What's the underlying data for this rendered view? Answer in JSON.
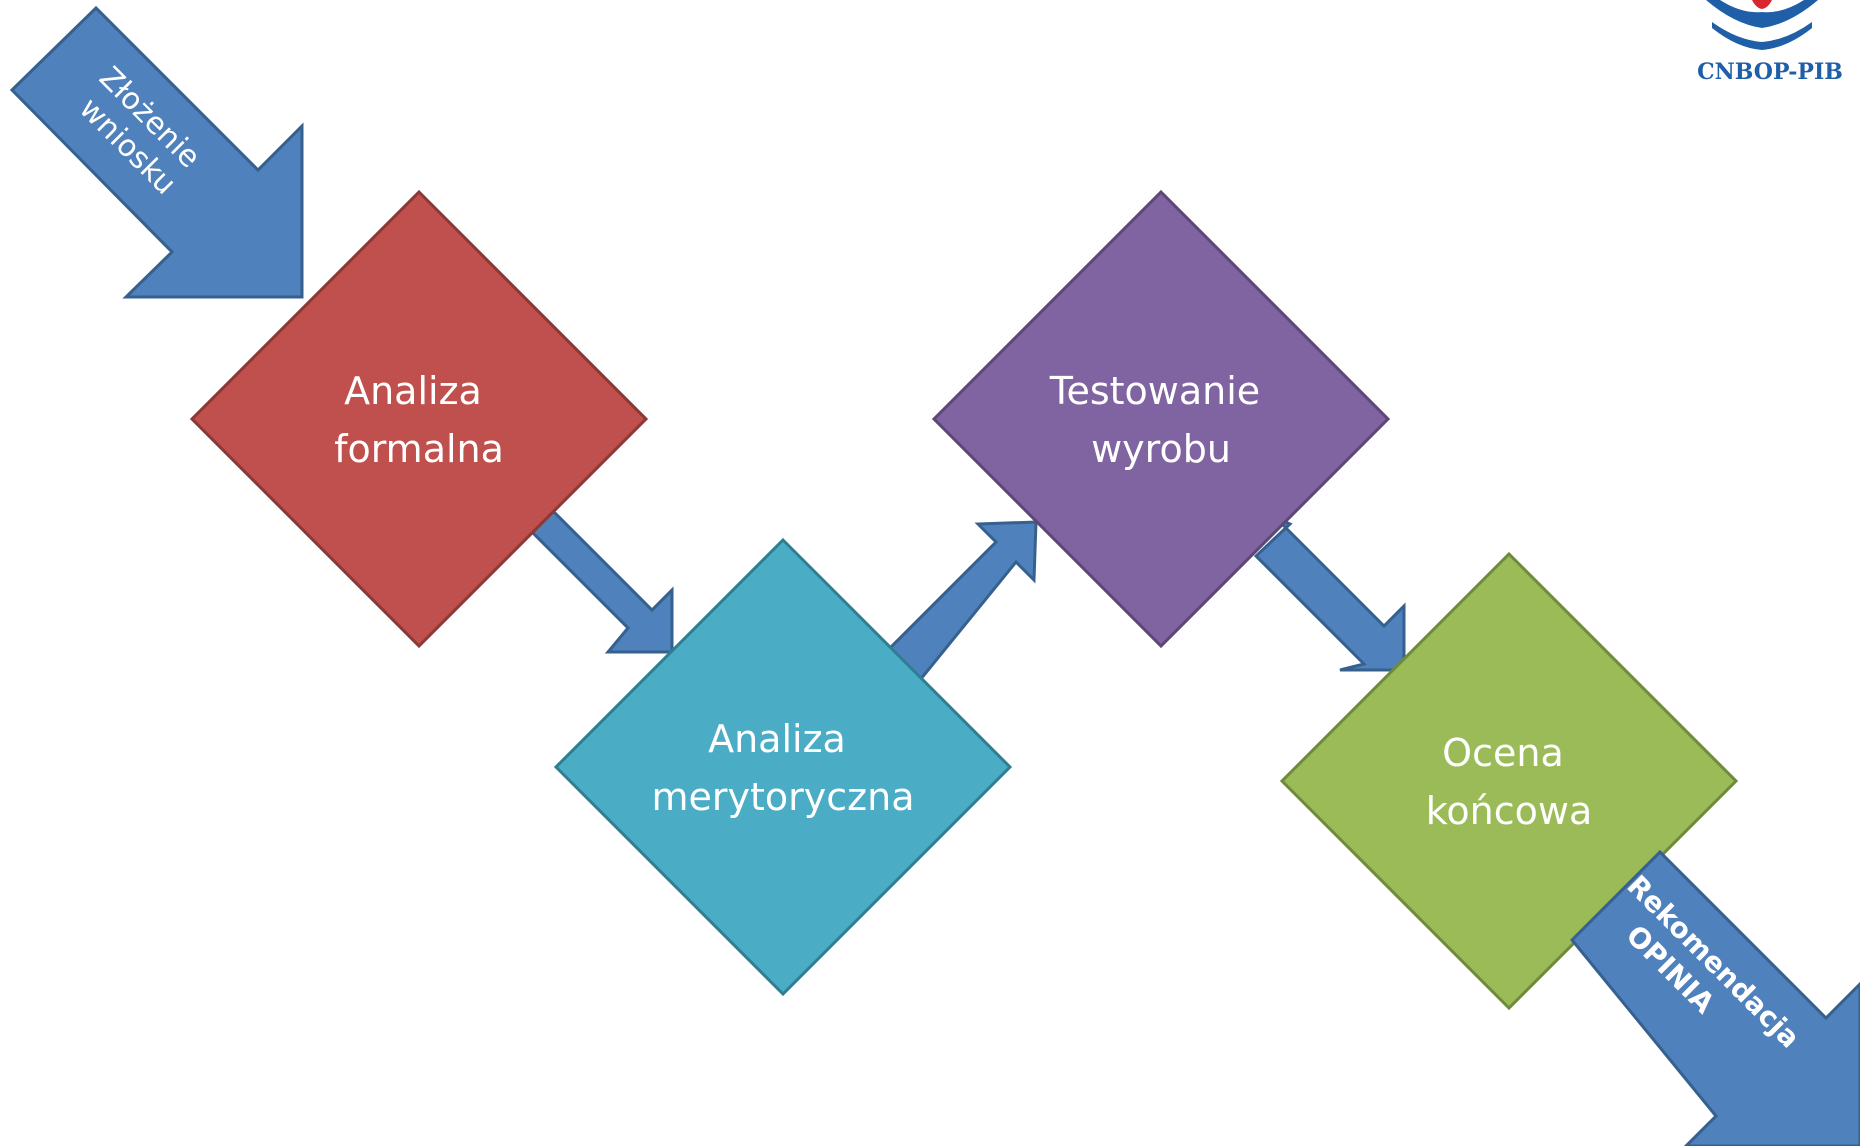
{
  "logo": {
    "text": "CNBOP-PIB",
    "color": "#1f5fa8",
    "accent": "#d7262d"
  },
  "diagram": {
    "steps": [
      {
        "id": "analiza-formalna",
        "lines": [
          "Analiza",
          "formalna"
        ],
        "color": "#c0504d",
        "border": "#8c3836"
      },
      {
        "id": "analiza-merytoryczna",
        "lines": [
          "Analiza",
          "merytoryczna"
        ],
        "color": "#4bacc6",
        "border": "#2f7f93"
      },
      {
        "id": "testowanie-wyrobu",
        "lines": [
          "Testowanie",
          "wyrobu"
        ],
        "color": "#8064a2",
        "border": "#5c4776"
      },
      {
        "id": "ocena-koncowa",
        "lines": [
          "Ocena",
          "końcowa"
        ],
        "color": "#9bbb59",
        "border": "#6f8a3b"
      }
    ],
    "input_arrow": {
      "lines": [
        "Złożenie",
        "wniosku"
      ]
    },
    "output_arrow": {
      "lines": [
        "Rekomendacja",
        "OPINIA"
      ]
    },
    "arrow_color": "#4f81bd",
    "arrow_border": "#36618f"
  }
}
